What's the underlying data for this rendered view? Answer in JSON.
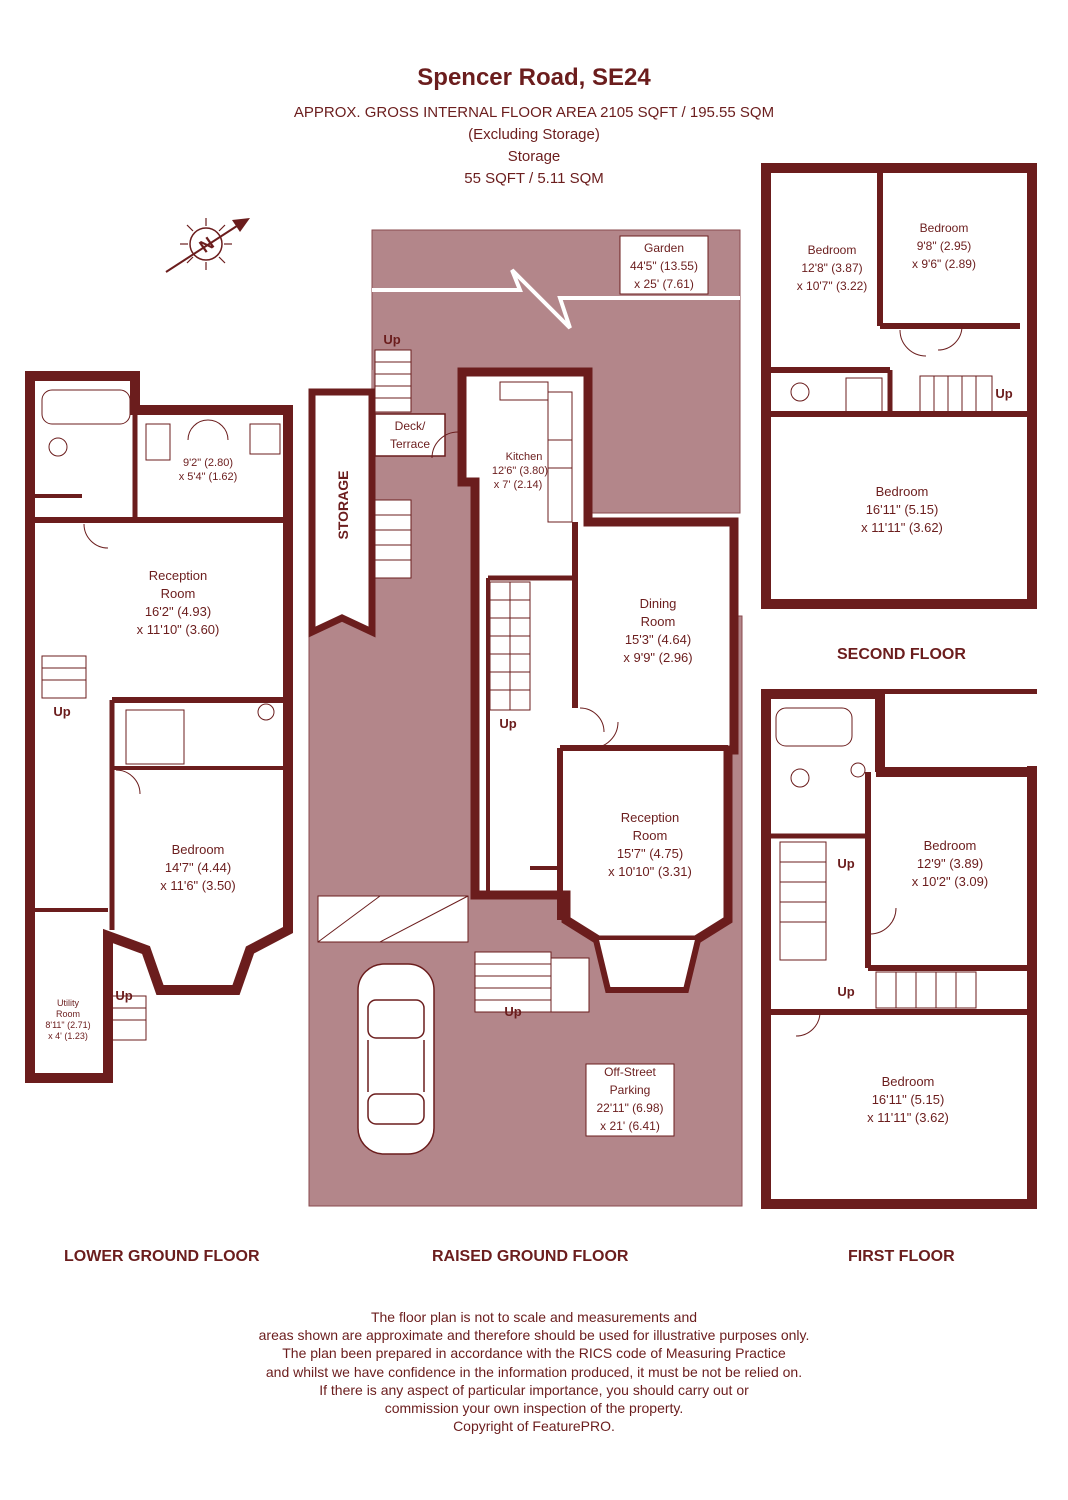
{
  "header": {
    "address": "Spencer Road, SE24",
    "gross_area": "APPROX. GROSS INTERNAL FLOOR AREA 2105 SQFT / 195.55 SQM",
    "excluding": "(Excluding Storage)",
    "storage_label": "Storage",
    "storage_area": "55 SQFT / 5.11 SQM"
  },
  "compass": {
    "label": "N"
  },
  "floors": {
    "lower_ground": "LOWER GROUND FLOOR",
    "raised_ground": "RAISED GROUND FLOOR",
    "first": "FIRST FLOOR",
    "second": "SECOND FLOOR"
  },
  "rooms": {
    "lg_reception": [
      "Reception",
      "Room",
      "16'2\" (4.93)",
      "x 11'10\" (3.60)"
    ],
    "lg_kitchen": [
      "9'2\" (2.80)",
      "x 5'4\" (1.62)"
    ],
    "lg_bedroom": [
      "Bedroom",
      "14'7\" (4.44)",
      "x 11'6\" (3.50)"
    ],
    "lg_utility": [
      "Utility",
      "Room",
      "8'11\" (2.71)",
      "x 4' (1.23)"
    ],
    "garden": [
      "Garden",
      "44'5\" (13.55)",
      "x 25' (7.61)"
    ],
    "deck": [
      "Deck/",
      "Terrace"
    ],
    "storage": "STORAGE",
    "kitchen": [
      "Kitchen",
      "12'6\" (3.80)",
      "x 7' (2.14)"
    ],
    "dining": [
      "Dining",
      "Room",
      "15'3\" (4.64)",
      "x 9'9\" (2.96)"
    ],
    "rg_reception": [
      "Reception",
      "Room",
      "15'7\" (4.75)",
      "x 10'10\" (3.31)"
    ],
    "parking": [
      "Off-Street",
      "Parking",
      "22'11\" (6.98)",
      "x 21' (6.41)"
    ],
    "sf_bedroom1": [
      "Bedroom",
      "12'8\" (3.87)",
      "x 10'7\" (3.22)"
    ],
    "sf_bedroom2": [
      "Bedroom",
      "9'8\" (2.95)",
      "x 9'6\" (2.89)"
    ],
    "sf_bedroom3": [
      "Bedroom",
      "16'11\" (5.15)",
      "x 11'11\" (3.62)"
    ],
    "ff_bedroom1": [
      "Bedroom",
      "12'9\" (3.89)",
      "x 10'2\" (3.09)"
    ],
    "ff_bedroom2": [
      "Bedroom",
      "16'11\" (5.15)",
      "x 11'11\" (3.62)"
    ]
  },
  "stairs_label": "Up",
  "disclaimer": [
    "The floor plan is not to scale and measurements and",
    "areas shown are approximate and therefore should be used for illustrative purposes only.",
    "The plan been prepared in accordance with the RICS code of Measuring Practice",
    "and whilst we have confidence in the information produced, it must be not be relied on.",
    "If there is any aspect of particular importance, you should carry out or",
    "commission your own inspection of the property.",
    "Copyright of FeaturePRO."
  ],
  "colors": {
    "wall": "#6b1d1d",
    "outside": "#b3868a",
    "text": "#6b1d1d",
    "paper": "#ffffff"
  }
}
